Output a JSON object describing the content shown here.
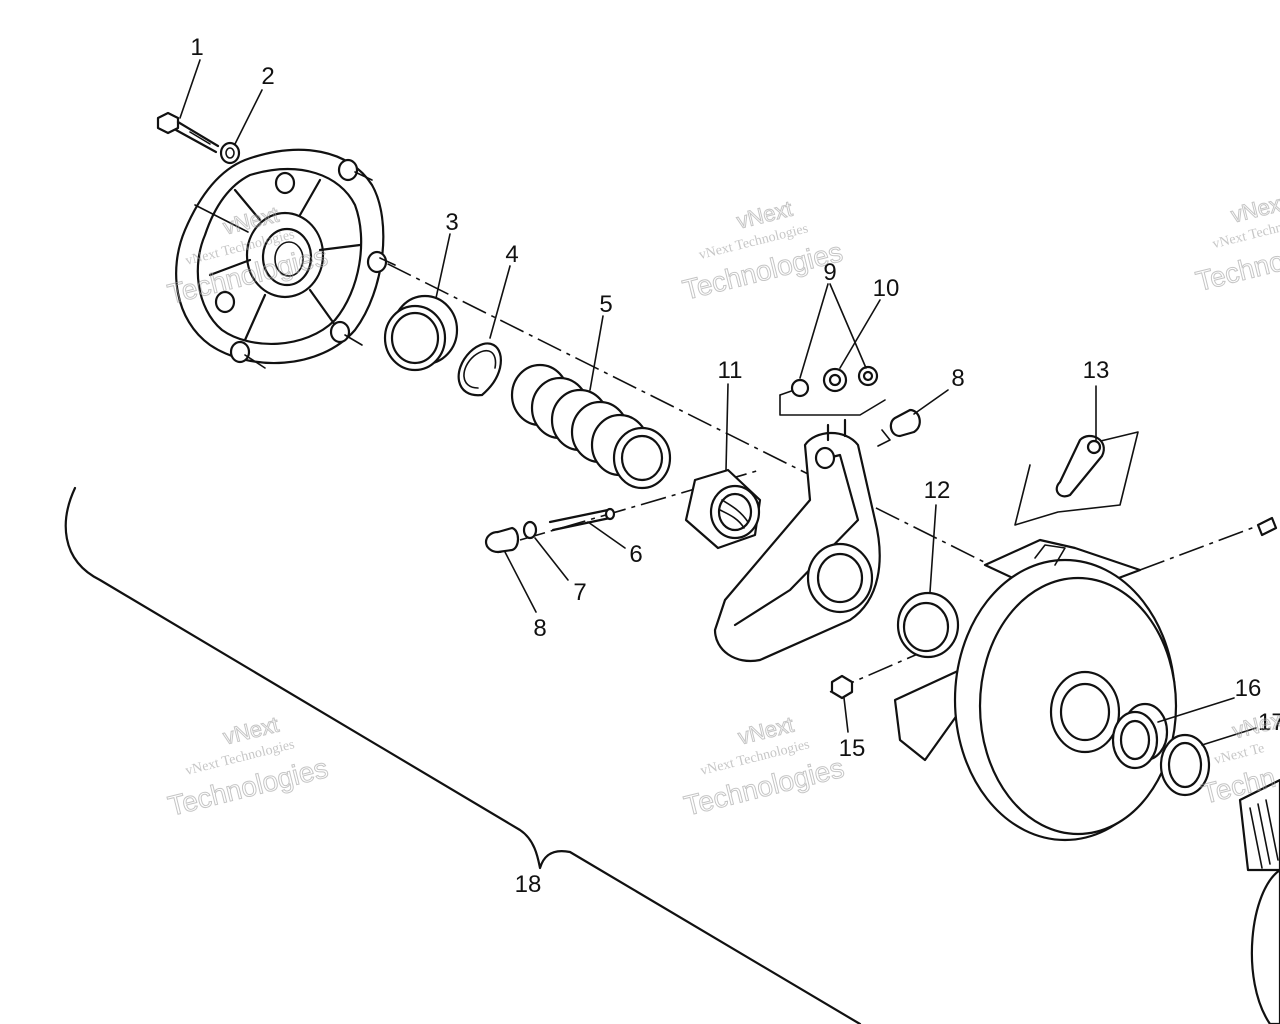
{
  "labels": {
    "p1": "1",
    "p2": "2",
    "p3": "3",
    "p4": "4",
    "p5": "5",
    "p6": "6",
    "p7": "7",
    "p8a": "8",
    "p8b": "8",
    "p9": "9",
    "p10": "10",
    "p11": "11",
    "p12": "12",
    "p13": "13",
    "p15": "15",
    "p16": "16",
    "p17": "17",
    "p18": "18"
  },
  "watermarks": {
    "w1_small": "vNext Technologies",
    "w1_big": "Technologies",
    "w1_top": "vNext",
    "w2_small": "vNext Technologies",
    "w2_big": "Technologies",
    "w2_top": "vNext",
    "w3_small": "vNext Techn",
    "w3_big": "Technolo",
    "w3_top": "vNext",
    "w4_small": "vNext Technologies",
    "w4_big": "Technologies",
    "w4_top": "vNext",
    "w5_small": "vNext Technologies",
    "w5_big": "Technologies",
    "w5_top": "vNext",
    "w6_small": "vNext Te",
    "w6_big": "Techn",
    "w6_top": "vNext"
  }
}
